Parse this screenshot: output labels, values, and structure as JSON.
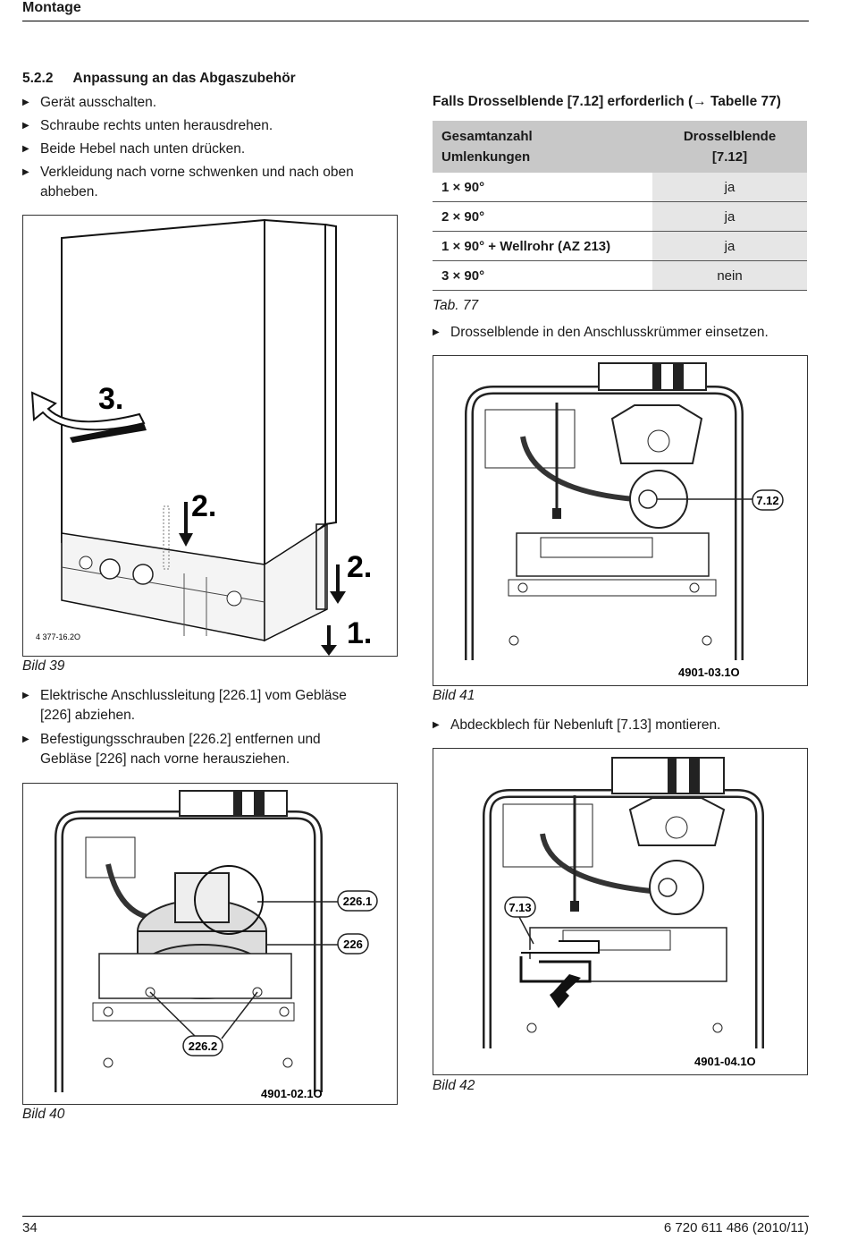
{
  "header": {
    "title": "Montage"
  },
  "section": {
    "number": "5.2.2",
    "title": "Anpassung an das Abgaszubehör",
    "steps": [
      "Gerät ausschalten.",
      "Schraube rechts unten herausdrehen.",
      "Beide Hebel nach unten drücken.",
      "Verkleidung nach vorne schwenken und nach oben",
      "abheben."
    ]
  },
  "bild39": {
    "caption": "Bild 39",
    "code": "4 377-16.2O",
    "label_3": "3.",
    "label_2a": "2.",
    "label_2b": "2.",
    "label_1": "1."
  },
  "steps_after_39": [
    {
      "line1": "Elektrische Anschlussleitung [226.1] vom Gebläse",
      "line2": "[226] abziehen."
    },
    {
      "line1": "Befestigungsschrauben [226.2] entfernen und",
      "line2": "Gebläse [226] nach vorne herausziehen."
    }
  ],
  "bild40": {
    "caption": "Bild 40",
    "code": "4901-02.1O",
    "callouts": [
      "226.1",
      "226",
      "226.2"
    ]
  },
  "table77": {
    "heading": "Falls Drosselblende [7.12] erforderlich (",
    "heading_arrow": "→",
    "heading_ref": " Tabelle 77)",
    "col1_line1": "Gesamtanzahl",
    "col1_line2": "Umlenkungen",
    "col2_line1": "Drosselblende",
    "col2_line2": "[7.12]",
    "rows": [
      {
        "label": "1 × 90°",
        "value": "ja"
      },
      {
        "label": "2 × 90°",
        "value": "ja"
      },
      {
        "label": "1 × 90° + Wellrohr (AZ 213)",
        "value": "ja"
      },
      {
        "label": "3 × 90°",
        "value": "nein"
      }
    ],
    "caption": "Tab. 77"
  },
  "step_drossel": "Drosselblende in den Anschlusskrümmer einsetzen.",
  "bild41": {
    "caption": "Bild 41",
    "code": "4901-03.1O",
    "callout": "7.12"
  },
  "step_abdeck": "Abdeckblech für Nebenluft [7.13] montieren.",
  "bild42": {
    "caption": "Bild 42",
    "code": "4901-04.1O",
    "callout": "7.13"
  },
  "footer": {
    "page": "34",
    "doc": "6 720 611 486 (2010/11)"
  }
}
